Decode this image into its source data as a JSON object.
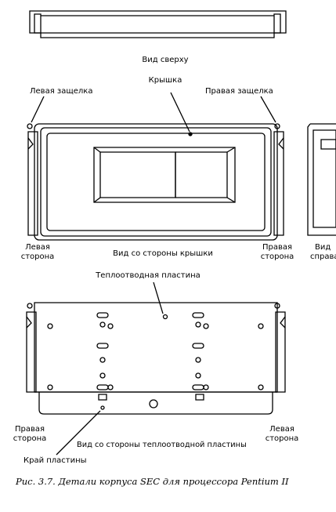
{
  "labels": {
    "top_view": "Вид сверху",
    "cover": "Крышка",
    "left_latch": "Левая защелка",
    "right_latch": "Правая защелка",
    "left_side_line1": "Левая",
    "left_side_line2": "сторона",
    "cover_side_view": "Вид со стороны крышки",
    "right_side_line1": "Правая",
    "right_side_line2": "сторона",
    "view_right_line1": "Вид",
    "view_right_line2": "справа",
    "heat_plate": "Теплоотводная пластина",
    "right_side2_line1": "Правая",
    "right_side2_line2": "сторона",
    "left_side2_line1": "Левая",
    "left_side2_line2": "сторона",
    "heat_plate_side_view": "Вид со стороны теплоотводной пластины",
    "plate_edge": "Край пластины"
  },
  "caption": "Рис. 3.7. Детали корпуса SEC для процессора Pentium II"
}
